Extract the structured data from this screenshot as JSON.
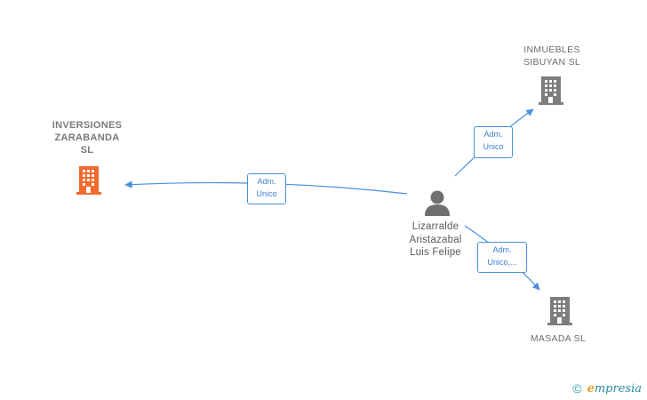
{
  "nodes": {
    "inversiones": {
      "label_lines": [
        "INVERSIONES",
        "ZARABANDA",
        "SL"
      ],
      "type": "company",
      "highlighted": true
    },
    "inmuebles": {
      "label_lines": [
        "INMUEBLES",
        "SIBUYAN  SL"
      ],
      "type": "company",
      "highlighted": false
    },
    "masada": {
      "label_lines": [
        "MASADA  SL"
      ],
      "type": "company",
      "highlighted": false
    },
    "person": {
      "label_lines": [
        "Lizarralde",
        "Aristazabal",
        "Luis Felipe"
      ],
      "type": "person"
    }
  },
  "edges": [
    {
      "from": "person",
      "to": "inversiones",
      "label_lines": [
        "Adm.",
        "Unico"
      ]
    },
    {
      "from": "person",
      "to": "inmuebles",
      "label_lines": [
        "Adm.",
        "Unico"
      ]
    },
    {
      "from": "person",
      "to": "masada",
      "label_lines": [
        "Adm.",
        "Unico,..."
      ]
    }
  ],
  "colors": {
    "edge": "#4a90e2",
    "company_icon": "#7d7d7d",
    "company_icon_highlight": "#f26a2e",
    "person_icon": "#6f6f6f"
  },
  "footer": {
    "copyright_symbol": "©",
    "brand_first": "e",
    "brand_rest": "mpresia"
  }
}
